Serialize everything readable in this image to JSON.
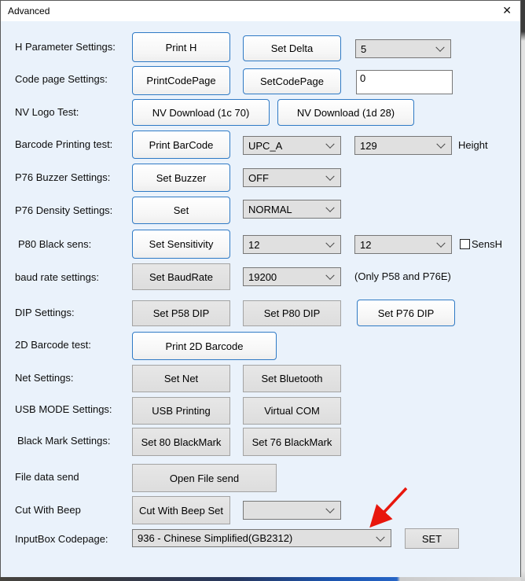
{
  "window": {
    "title": "Advanced",
    "close_glyph": "✕"
  },
  "colors": {
    "accent_button_border": "#2f7ac5",
    "red_arrow": "#e8170d",
    "client_background": "#eaf2fb",
    "gray_button": "#e1e1e1"
  },
  "rows": {
    "h_param": {
      "label": "H Parameter Settings:",
      "print_h": "Print H",
      "set_delta": "Set Delta",
      "delta_value": "5"
    },
    "code_page": {
      "label": "Code page Settings:",
      "print": "PrintCodePage",
      "set": "SetCodePage",
      "value": "0"
    },
    "nv_logo": {
      "label": "NV Logo Test:",
      "download_1c70": "NV Download (1c 70)",
      "download_1d28": "NV Download (1d 28)"
    },
    "barcode": {
      "label": "Barcode Printing test:",
      "print": "Print BarCode",
      "type_value": "UPC_A",
      "height_value": "129",
      "height_label": "Height"
    },
    "buzzer": {
      "label": "P76 Buzzer Settings:",
      "set": "Set Buzzer",
      "value": "OFF"
    },
    "density": {
      "label": "P76 Density Settings:",
      "set": "Set",
      "value": "NORMAL"
    },
    "black_sens": {
      "label": "P80 Black sens:",
      "set": "Set Sensitivity",
      "value1": "12",
      "value2": "12",
      "checkbox_label": "SensH",
      "checkbox_checked": false
    },
    "baud": {
      "label": "baud rate settings:",
      "set": "Set BaudRate",
      "value": "19200",
      "note": "(Only P58 and P76E)"
    },
    "dip": {
      "label": "DIP Settings:",
      "p58": "Set P58 DIP",
      "p80": "Set P80 DIP",
      "p76": "Set P76 DIP"
    },
    "barcode2d": {
      "label": "2D Barcode test:",
      "print": "Print 2D Barcode"
    },
    "net": {
      "label": "Net Settings:",
      "set_net": "Set Net",
      "set_bluetooth": "Set Bluetooth"
    },
    "usb": {
      "label": "USB MODE Settings:",
      "usb_printing": "USB Printing",
      "virtual_com": "Virtual COM"
    },
    "blackmark": {
      "label": "Black Mark Settings:",
      "set_80": "Set 80 BlackMark",
      "set_76": "Set 76 BlackMark"
    },
    "file_send": {
      "label": "File data send",
      "open": "Open File send"
    },
    "cut_beep": {
      "label": "Cut With Beep",
      "set": "Cut With Beep Set",
      "value": ""
    },
    "inputbox": {
      "label": "InputBox Codepage:",
      "value": "936 - Chinese Simplified(GB2312)",
      "set": "SET"
    }
  }
}
